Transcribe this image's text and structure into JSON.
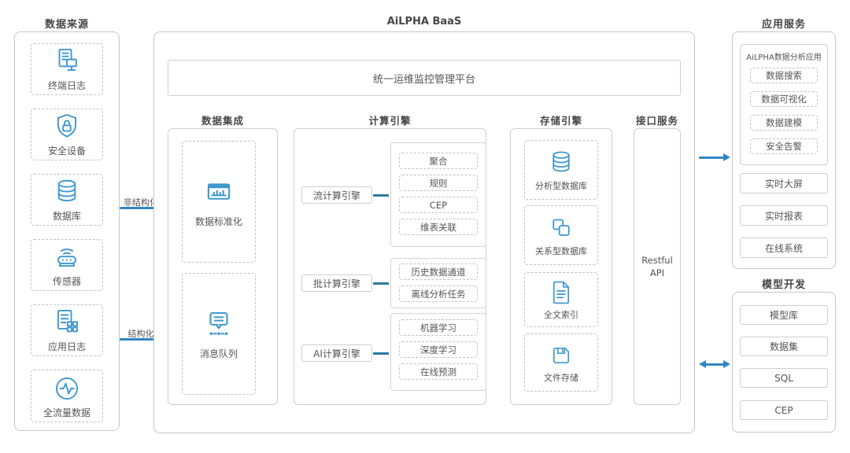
{
  "palette": {
    "accent": "#3f97cf",
    "arrow": "#2f86c4",
    "connector": "#2b7d9e",
    "border_solid": "#c6c6c6",
    "border_dashed": "#c2c2c2",
    "text": "#4a4a4a"
  },
  "data_sources": {
    "title": "数据来源",
    "items": [
      {
        "label": "终端日志",
        "icon": "terminal-log-icon"
      },
      {
        "label": "安全设备",
        "icon": "security-device-icon"
      },
      {
        "label": "数据库",
        "icon": "database-icon"
      },
      {
        "label": "传感器",
        "icon": "sensor-icon"
      },
      {
        "label": "应用日志",
        "icon": "app-log-icon"
      },
      {
        "label": "全流量数据",
        "icon": "full-traffic-icon"
      }
    ]
  },
  "flows": {
    "unstructured_label": "非结构化数据",
    "structured_label": "结构化数据"
  },
  "baas": {
    "title": "AiLPHA BaaS",
    "ops_platform": "统一运维监控管理平台",
    "data_integration": {
      "title": "数据集成",
      "items": [
        {
          "label": "数据标准化",
          "icon": "standardize-icon"
        },
        {
          "label": "消息队列",
          "icon": "message-queue-icon"
        }
      ]
    },
    "compute_engine": {
      "title": "计算引擎",
      "rows": [
        {
          "engine": "流计算引擎",
          "items": [
            "聚合",
            "规则",
            "CEP",
            "维表关联"
          ]
        },
        {
          "engine": "批计算引擎",
          "items": [
            "历史数据通道",
            "离线分析任务"
          ]
        },
        {
          "engine": "AI计算引擎",
          "items": [
            "机器学习",
            "深度学习",
            "在线预测"
          ]
        }
      ]
    },
    "storage_engine": {
      "title": "存储引擎",
      "items": [
        {
          "label": "分析型数据库",
          "icon": "analytic-db-icon"
        },
        {
          "label": "关系型数据库",
          "icon": "relational-db-icon"
        },
        {
          "label": "全文索引",
          "icon": "fulltext-index-icon"
        },
        {
          "label": "文件存储",
          "icon": "file-storage-icon"
        }
      ]
    },
    "api_service": {
      "title": "接口服务",
      "label": "Restful API"
    }
  },
  "app_services": {
    "title": "应用服务",
    "analysis_app": {
      "title": "AiLPHA数据分析应用",
      "items": [
        "数据搜索",
        "数据可视化",
        "数据建模",
        "安全告警"
      ]
    },
    "items": [
      "实时大屏",
      "实时报表",
      "在线系统"
    ]
  },
  "model_dev": {
    "title": "模型开发",
    "items": [
      "模型库",
      "数据集",
      "SQL",
      "CEP"
    ]
  }
}
